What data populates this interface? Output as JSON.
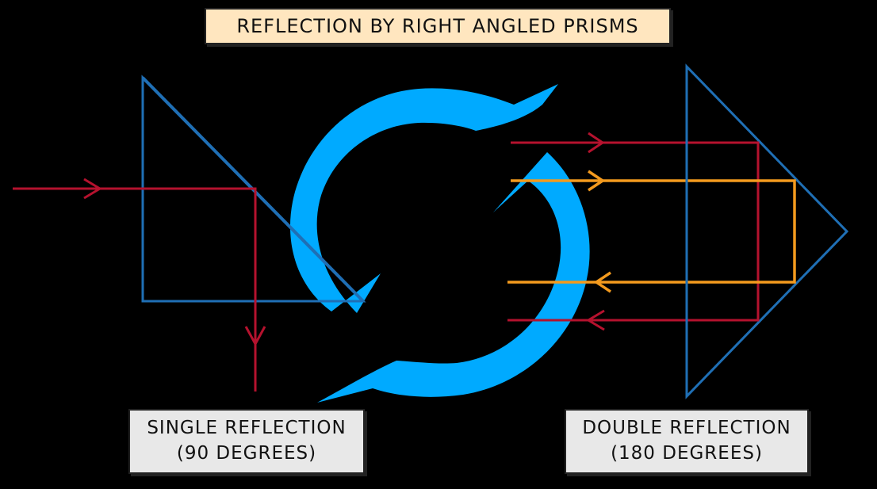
{
  "title": "REFLECTION BY RIGHT ANGLED PRISMS",
  "single": {
    "line1": "SINGLE REFLECTION",
    "line2": "(90 DEGREES)"
  },
  "double": {
    "line1": "DOUBLE REFLECTION",
    "line2": "(180 DEGREES)"
  },
  "colors": {
    "background": "#000000",
    "prism": "#1f6fb5",
    "ray_red": "#b5122e",
    "ray_orange": "#f39a1e",
    "cycle_arrow": "#00aaff",
    "title_fill": "#ffe6bf",
    "caption_fill": "#e8e8e8"
  }
}
